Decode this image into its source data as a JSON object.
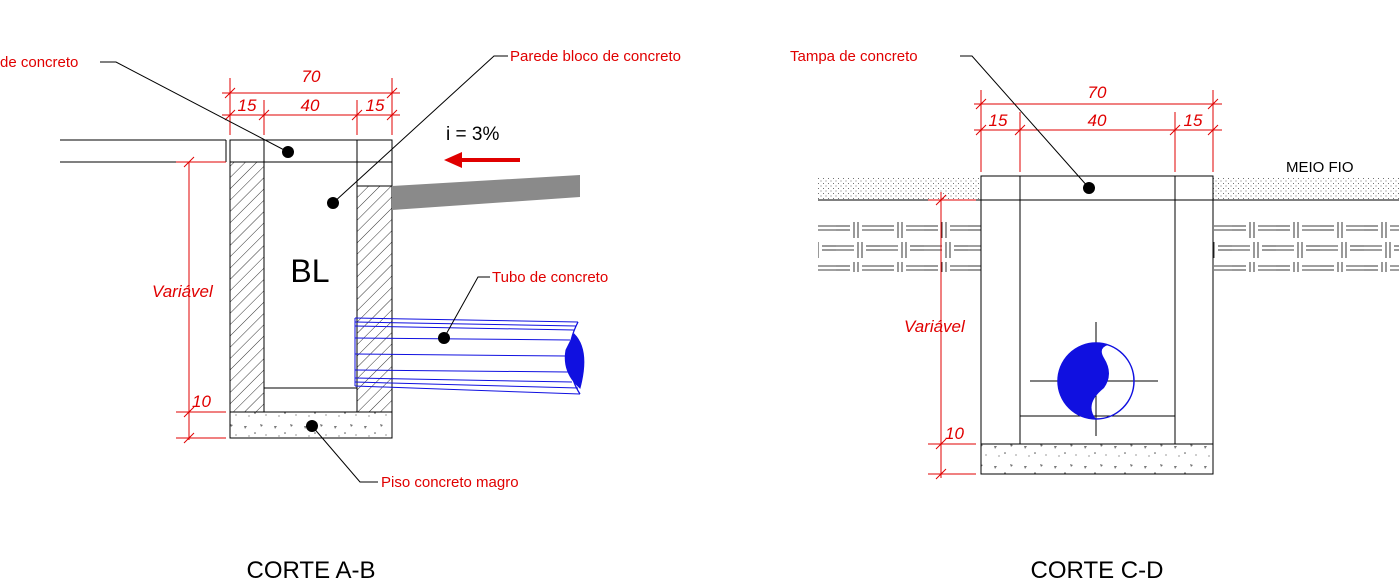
{
  "left": {
    "title": "CORTE A-B",
    "center_label": "BL",
    "labels": {
      "tampa": "de concreto",
      "parede": "Parede bloco de concreto",
      "tubo": "Tubo de concreto",
      "piso": "Piso concreto magro"
    },
    "slope": "i = 3%",
    "dims": {
      "total": "70",
      "side_left": "15",
      "inner": "40",
      "side_right": "15",
      "variable": "Variável",
      "floor": "10"
    }
  },
  "right": {
    "title": "CORTE C-D",
    "labels": {
      "tampa": "Tampa de concreto",
      "meio_fio": "MEIO FIO"
    },
    "dims": {
      "total": "70",
      "side_left": "15",
      "inner": "40",
      "side_right": "15",
      "variable": "Variável",
      "floor": "10"
    }
  },
  "colors": {
    "annotation": "#e00000",
    "pipe": "#1010e0",
    "line": "#000000"
  }
}
